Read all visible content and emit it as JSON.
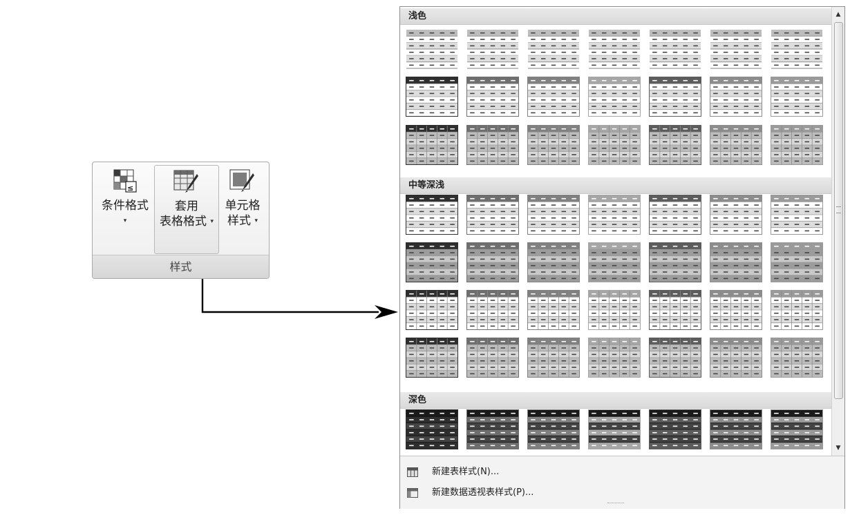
{
  "ribbon": {
    "group_label": "样式",
    "conditional_format": {
      "line1": "条件格式",
      "arrow": "▾"
    },
    "format_as_table": {
      "line1": "套用",
      "line2": "表格格式",
      "arrow": "▾"
    },
    "cell_styles": {
      "line1": "单元格",
      "line2": "样式",
      "arrow": "▾"
    }
  },
  "gallery": {
    "sections": [
      {
        "title": "浅色",
        "rows": 3
      },
      {
        "title": "中等深浅",
        "rows": 4
      },
      {
        "title": "深色",
        "rows": 1
      }
    ],
    "columns": 7,
    "scroll_up": "▲",
    "scroll_down": "▼",
    "menu": [
      {
        "label": "新建表样式(N)...",
        "icon": "new-table-style-icon"
      },
      {
        "label": "新建数据透视表样式(P)...",
        "icon": "new-pivot-style-icon"
      }
    ]
  }
}
